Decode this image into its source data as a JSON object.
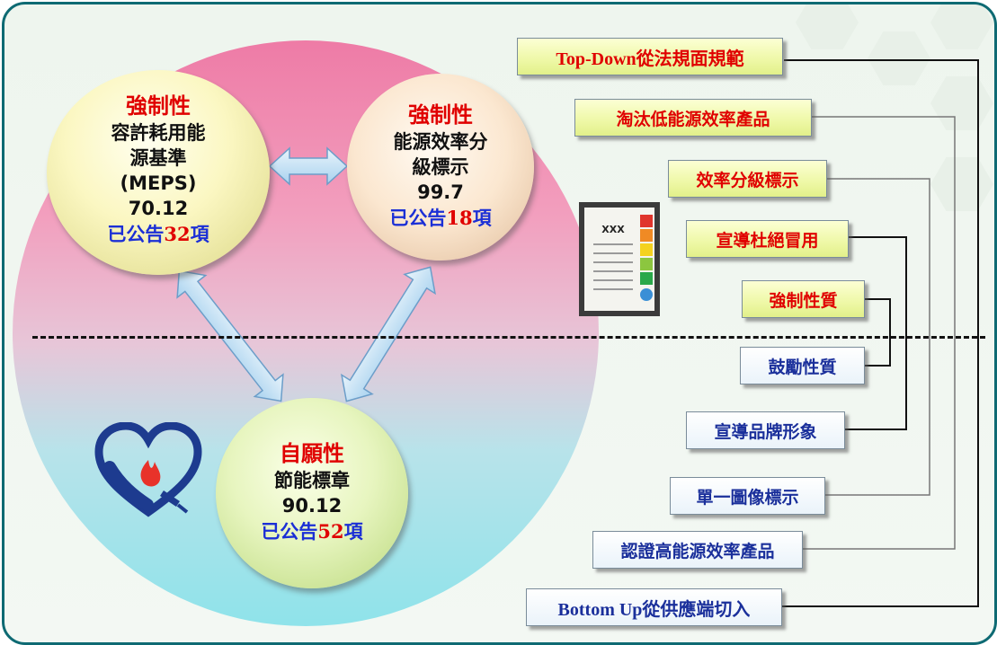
{
  "nodes": {
    "meps": {
      "title": "強制性",
      "lines": [
        "容許耗用能",
        "源基準",
        "(MEPS)"
      ],
      "number": "70.12",
      "announce_prefix": "已公告",
      "announce_count": "32",
      "announce_suffix": "項"
    },
    "grade": {
      "title": "強制性",
      "lines": [
        "能源效率分",
        "級標示"
      ],
      "number": "99.7",
      "announce_prefix": "已公告",
      "announce_count": "18",
      "announce_suffix": "項"
    },
    "mark": {
      "title": "自願性",
      "lines": [
        "節能標章"
      ],
      "number": "90.12",
      "announce_prefix": "已公告",
      "announce_count": "52",
      "announce_suffix": "項"
    }
  },
  "boxes": {
    "top_down": "Top-Down從法規面規範",
    "eliminate": "淘汰低能源效率產品",
    "grading": "效率分級標示",
    "prevent_fake": "宣導杜絕冒用",
    "mandatory_nature": "強制性質",
    "encourage_nature": "鼓勵性質",
    "brand_image": "宣導品牌形象",
    "single_image": "單一圖像標示",
    "certify": "認證高能源效率產品",
    "bottom_up": "Bottom Up從供應端切入"
  },
  "label_image": {
    "text": "XXX"
  },
  "colors": {
    "mandatory_red": "#e00000",
    "announce_blue": "#1b2fd6",
    "frame_teal": "#0e6a73"
  }
}
